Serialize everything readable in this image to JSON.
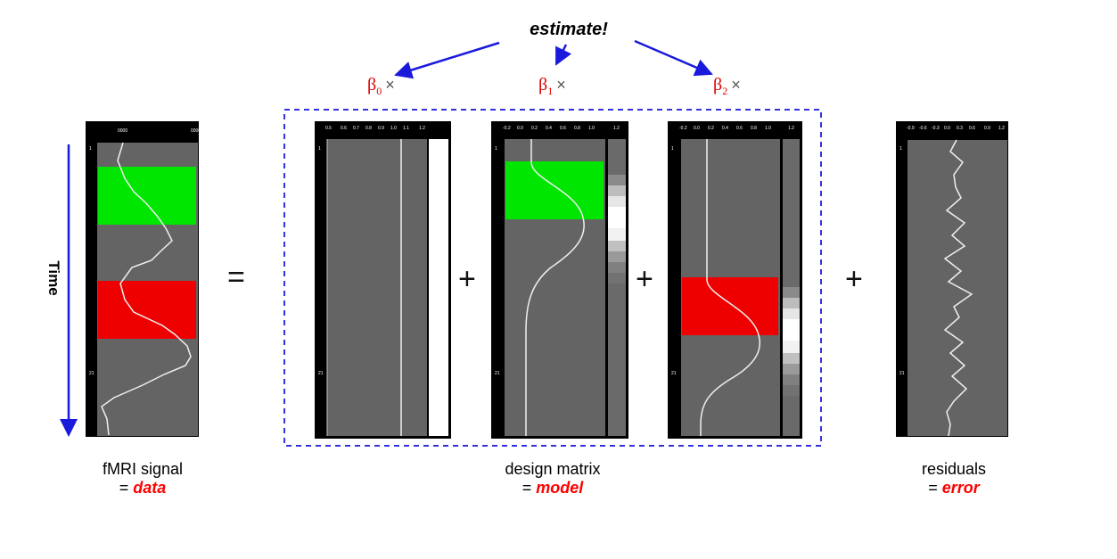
{
  "estimate_label": "estimate!",
  "betas": [
    {
      "symbol": "β",
      "sub": "0",
      "times": "×"
    },
    {
      "symbol": "β",
      "sub": "1",
      "times": "×"
    },
    {
      "symbol": "β",
      "sub": "2",
      "times": "×"
    }
  ],
  "time_label": "Time",
  "operators": {
    "equals": "=",
    "plus": "+"
  },
  "labels": {
    "fmri": {
      "line1": "fMRI signal",
      "prefix": "= ",
      "emph": "data"
    },
    "design": {
      "line1": "design matrix",
      "prefix": "= ",
      "emph": "model"
    },
    "residuals": {
      "line1": "residuals",
      "prefix": "= ",
      "emph": "error"
    }
  },
  "colors": {
    "panel_bg": "#646464",
    "panel_frame": "#000000",
    "green_block": "#00e600",
    "red_block": "#ee0000",
    "arrow_blue": "#1a1adc",
    "dashed_box": "#3333dd",
    "emphasis_red": "#ff0000"
  }
}
